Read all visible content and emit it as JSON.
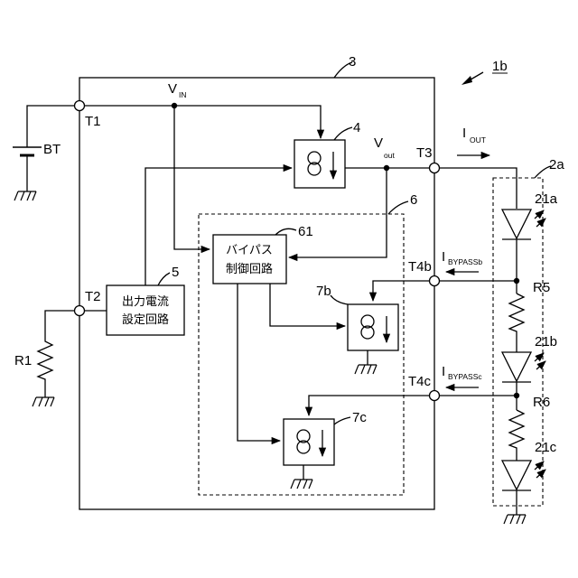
{
  "figure_ref": "1b",
  "labels": {
    "block3": "3",
    "bt": "BT",
    "t1": "T1",
    "t2": "T2",
    "t3": "T3",
    "t4b": "T4b",
    "t4c": "T4c",
    "r1": "R1",
    "r5": "R5",
    "r6": "R6",
    "vin_main": "V",
    "vin_sub": "IN",
    "vout_main": "V",
    "vout_sub": "out",
    "iout_main": "I",
    "iout_sub": "OUT",
    "ibyb_main": "I",
    "ibyb_sub": "BYPASSb",
    "ibyc_main": "I",
    "ibyc_sub": "BYPASSc",
    "cs4": "4",
    "block5": "5",
    "block5_line1": "出力電流",
    "block5_line2": "設定回路",
    "block6": "6",
    "block61": "61",
    "block61_line1": "バイパス",
    "block61_line2": "制御回路",
    "cs7b": "7b",
    "cs7c": "7c",
    "led_group": "2a",
    "led21a": "21a",
    "led21b": "21b",
    "led21c": "21c"
  }
}
